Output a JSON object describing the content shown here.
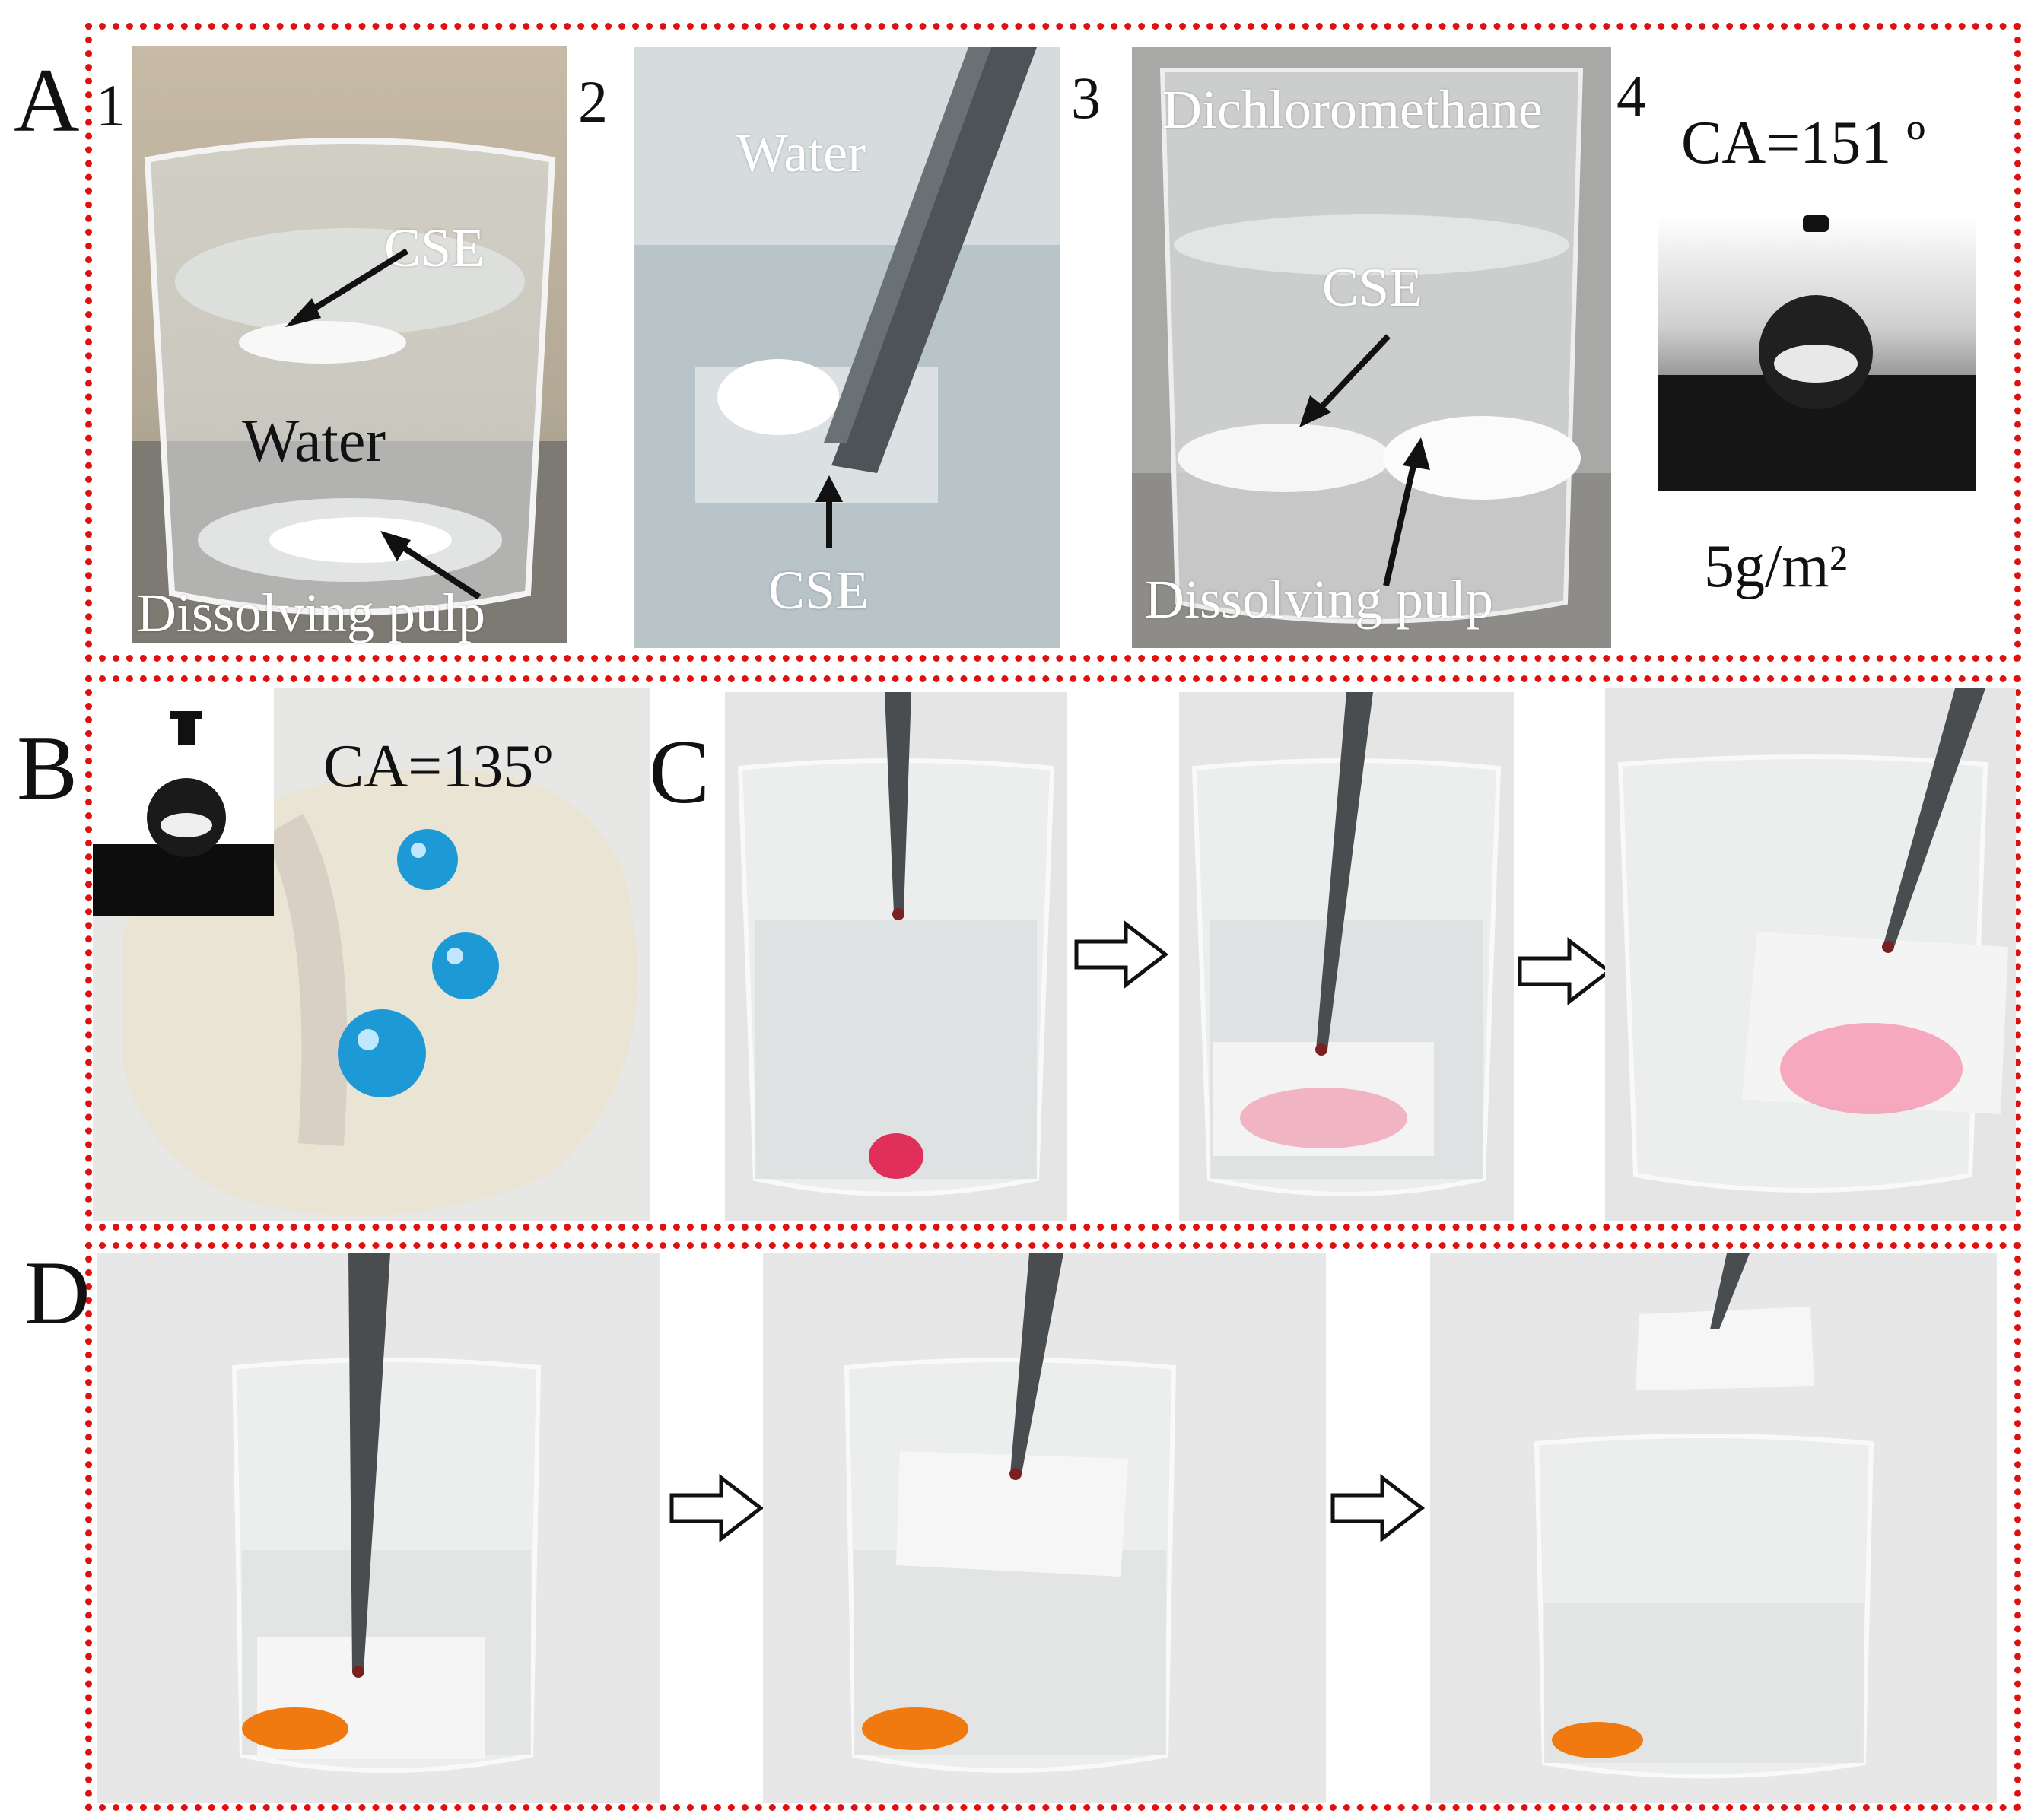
{
  "panels": {
    "A": {
      "letter": "A",
      "sub": [
        {
          "num": "1",
          "labels": {
            "cse": "CSE",
            "water": "Water",
            "pulp": "Dissolving pulp"
          }
        },
        {
          "num": "2",
          "labels": {
            "water": "Water",
            "cse": "CSE"
          }
        },
        {
          "num": "3",
          "labels": {
            "solvent": "Dichloromethane",
            "cse": "CSE",
            "pulp": "Dissolving pulp"
          }
        },
        {
          "num": "4",
          "labels": {
            "ca": "CA=151 º",
            "loading": "5g/m²"
          }
        }
      ]
    },
    "B": {
      "letter": "B",
      "ca": "CA=135º"
    },
    "C": {
      "letter": "C"
    },
    "D": {
      "letter": "D"
    }
  },
  "colors": {
    "border": "#e01010",
    "dye_blue": "#1d9ad6",
    "dye_red": "#e0305a",
    "dye_orange": "#f07a10"
  }
}
